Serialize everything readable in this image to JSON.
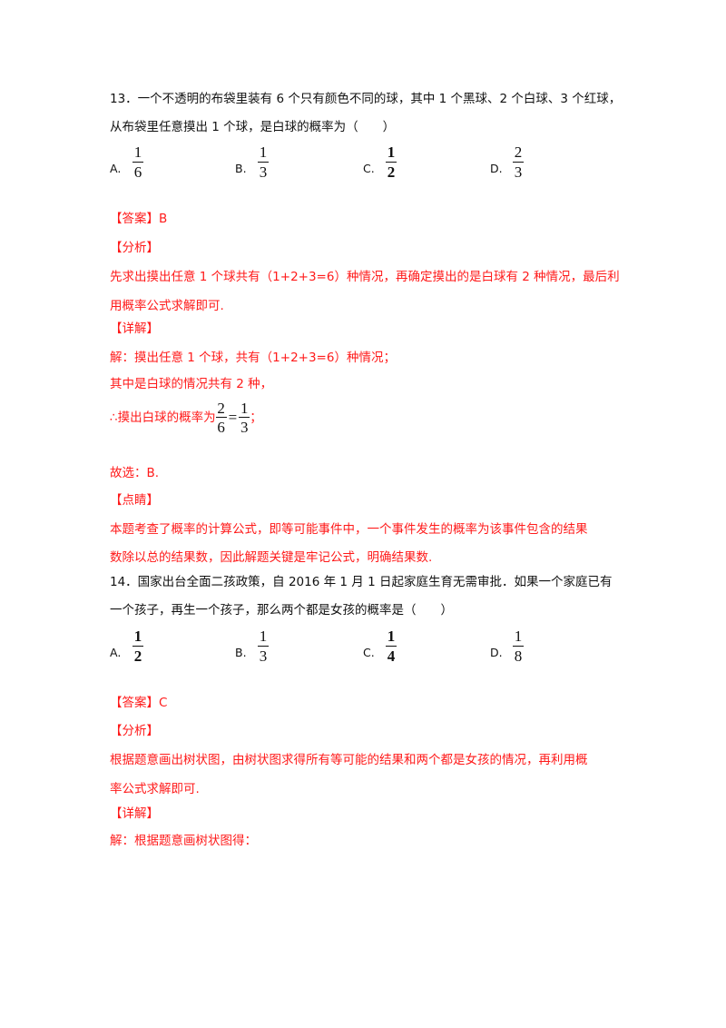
{
  "q13": {
    "stem_line1": "13．一个不透明的布袋里装有 6 个只有颜色不同的球，其中 1 个黑球、2 个白球、3 个红球，",
    "stem_line2": "从布袋里任意摸出 1 个球，是白球的概率为（　　）",
    "options": [
      {
        "label": "A.",
        "num": "1",
        "den": "6"
      },
      {
        "label": "B.",
        "num": "1",
        "den": "3"
      },
      {
        "label": "C.",
        "num": "1",
        "den": "2"
      },
      {
        "label": "D.",
        "num": "2",
        "den": "3"
      }
    ],
    "answer_heading": "【答案】B",
    "analysis_heading": "【分析】",
    "analysis_line1": "先求出摸出任意 1 个球共有（1+2+3=6）种情况，再确定摸出的是白球有 2 种情况，最后利",
    "analysis_line2": "用概率公式求解即可.",
    "detail_heading": "【详解】",
    "detail_line1": "解：摸出任意 1 个球，共有（1+2+3=6）种情况；",
    "detail_line2": "其中是白球的情况共有 2 种，",
    "detail_line3_prefix": "∴摸出白球的概率为",
    "detail_frac1": {
      "num": "2",
      "den": "6"
    },
    "detail_eq": "=",
    "detail_frac2": {
      "num": "1",
      "den": "3"
    },
    "detail_line3_suffix": "；",
    "choice_line": "故选：B.",
    "comment_heading": "【点睛】",
    "comment_line1": "本题考查了概率的计算公式，即等可能事件中，一个事件发生的概率为该事件包含的结果",
    "comment_line2": "数除以总的结果数，因此解题关键是牢记公式，明确结果数."
  },
  "q14": {
    "stem_line1": "14．国家出台全面二孩政策，自 2016 年 1 月 1 日起家庭生育无需审批．如果一个家庭已有",
    "stem_line2": "一个孩子，再生一个孩子，那么两个都是女孩的概率是（　　）",
    "options": [
      {
        "label": "A.",
        "num": "1",
        "den": "2"
      },
      {
        "label": "B.",
        "num": "1",
        "den": "3"
      },
      {
        "label": "C.",
        "num": "1",
        "den": "4"
      },
      {
        "label": "D.",
        "num": "1",
        "den": "8"
      }
    ],
    "answer_heading": "【答案】C",
    "analysis_heading": "【分析】",
    "analysis_line1": "根据题意画出树状图，由树状图求得所有等可能的结果和两个都是女孩的情况，再利用概",
    "analysis_line2": "率公式求解即可.",
    "detail_heading": "【详解】",
    "detail_line1": "解：根据题意画树状图得："
  }
}
